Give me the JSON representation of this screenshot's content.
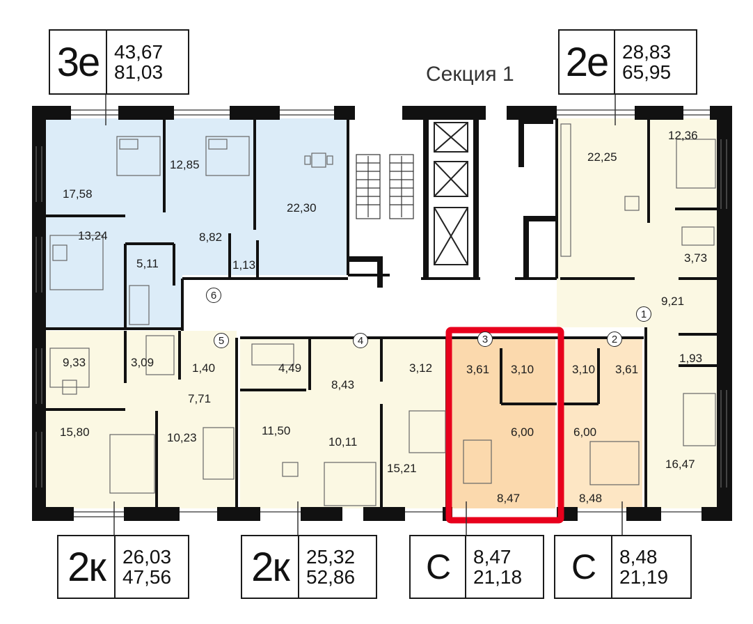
{
  "section_title": "Секция 1",
  "colors": {
    "blue_apartment": "#dcecf8",
    "yellow_apartment": "#fbf8e3",
    "selected_apartment": "#fbd9ad",
    "neighbor_apartment": "#fde6c4",
    "walls": "#111111",
    "highlight": "#e8001c"
  },
  "badges": [
    {
      "code": "3е",
      "area_living": "43,67",
      "area_total": "81,03"
    },
    {
      "code": "2е",
      "area_living": "28,83",
      "area_total": "65,95"
    },
    {
      "code": "2к",
      "area_living": "26,03",
      "area_total": "47,56"
    },
    {
      "code": "2к",
      "area_living": "25,32",
      "area_total": "52,86"
    },
    {
      "code": "С",
      "area_living": "8,47",
      "area_total": "21,18"
    },
    {
      "code": "С",
      "area_living": "8,48",
      "area_total": "21,19"
    }
  ],
  "apartment_numbers": [
    "1",
    "2",
    "3",
    "4",
    "5",
    "6"
  ],
  "rooms": [
    "17,58",
    "12,85",
    "22,30",
    "13,24",
    "8,82",
    "5,11",
    "1,13",
    "22,25",
    "12,36",
    "3,73",
    "9,21",
    "1,93",
    "16,47",
    "9,33",
    "3,09",
    "1,40",
    "7,71",
    "15,80",
    "10,23",
    "4,49",
    "8,43",
    "3,12",
    "11,50",
    "10,11",
    "15,21",
    "3,61",
    "3,10",
    "6,00",
    "8,47",
    "3,10",
    "3,61",
    "6,00",
    "8,48"
  ],
  "selected_unit": "С 8,47 21,18"
}
